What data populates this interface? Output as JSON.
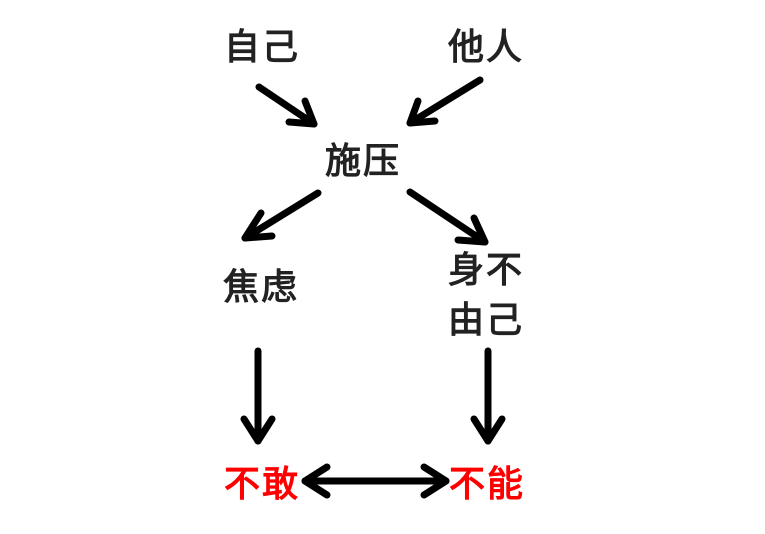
{
  "nodes": {
    "self": "自己",
    "others": "他人",
    "pressure": "施压",
    "anxiety": "焦虑",
    "helpless_line1": "身不",
    "helpless_line2": "由己",
    "dare_not": "不敢",
    "cannot": "不能"
  },
  "edges": [
    {
      "from": "自己",
      "to": "施压",
      "type": "arrow"
    },
    {
      "from": "他人",
      "to": "施压",
      "type": "arrow"
    },
    {
      "from": "施压",
      "to": "焦虑",
      "type": "arrow"
    },
    {
      "from": "施压",
      "to": "身不由己",
      "type": "arrow"
    },
    {
      "from": "焦虑",
      "to": "不敢",
      "type": "arrow"
    },
    {
      "from": "身不由己",
      "to": "不能",
      "type": "arrow"
    },
    {
      "from": "不敢",
      "to": "不能",
      "type": "double-arrow"
    }
  ],
  "colors": {
    "text": "#222222",
    "highlight": "#ff0000",
    "arrow": "#000000",
    "background": "#ffffff"
  }
}
